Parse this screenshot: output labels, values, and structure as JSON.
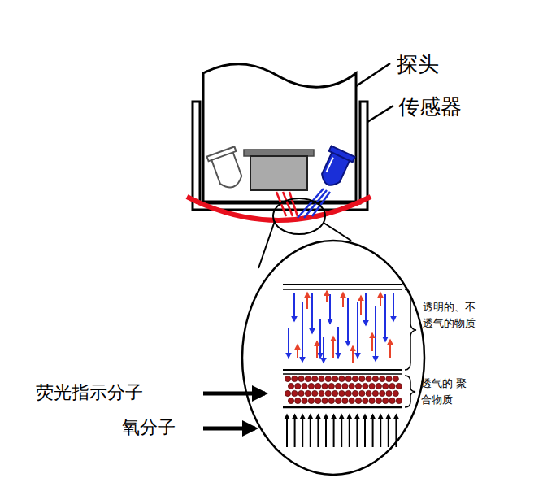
{
  "diagram": {
    "labels": [
      "探头",
      "传感器",
      "透明的、不 透气的物质",
      "透气的 聚合物质",
      "荧光指示分子",
      "氧分子"
    ]
  }
}
